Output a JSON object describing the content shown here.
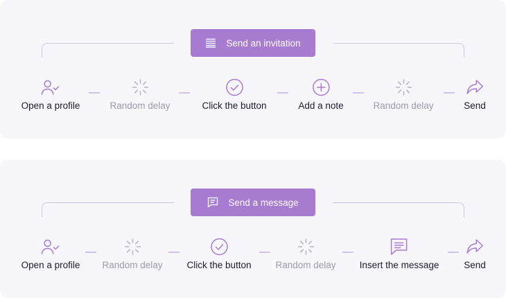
{
  "flows": [
    {
      "button": {
        "label": "Send an invitation",
        "icon": "list-lines-icon"
      },
      "steps": [
        {
          "label": "Open a profile",
          "icon": "user-check-icon",
          "kind": "action"
        },
        {
          "label": "Random delay",
          "icon": "spinner-icon",
          "kind": "delay"
        },
        {
          "label": "Click the button",
          "icon": "check-circle-icon",
          "kind": "action"
        },
        {
          "label": "Add a note",
          "icon": "plus-circle-icon",
          "kind": "action"
        },
        {
          "label": "Random delay",
          "icon": "spinner-icon",
          "kind": "delay"
        },
        {
          "label": "Send",
          "icon": "share-arrow-icon",
          "kind": "action"
        }
      ]
    },
    {
      "button": {
        "label": "Send a message",
        "icon": "chat-bubble-icon"
      },
      "steps": [
        {
          "label": "Open a profile",
          "icon": "user-check-icon",
          "kind": "action"
        },
        {
          "label": "Random delay",
          "icon": "spinner-icon",
          "kind": "delay"
        },
        {
          "label": "Click the button",
          "icon": "check-circle-icon",
          "kind": "action"
        },
        {
          "label": "Random delay",
          "icon": "spinner-icon",
          "kind": "delay"
        },
        {
          "label": "Insert the message",
          "icon": "chat-bubble-icon",
          "kind": "action"
        },
        {
          "label": "Send",
          "icon": "share-arrow-icon",
          "kind": "action"
        }
      ]
    }
  ],
  "colors": {
    "accent": "#a77bd0",
    "icon": "#a77bd0",
    "delay_icon": "#b4b4bf",
    "text": "#1c1c28",
    "muted_text": "#9b9ba8",
    "panel_bg": "#f6f6fb",
    "connector": "#cfc3e6"
  }
}
